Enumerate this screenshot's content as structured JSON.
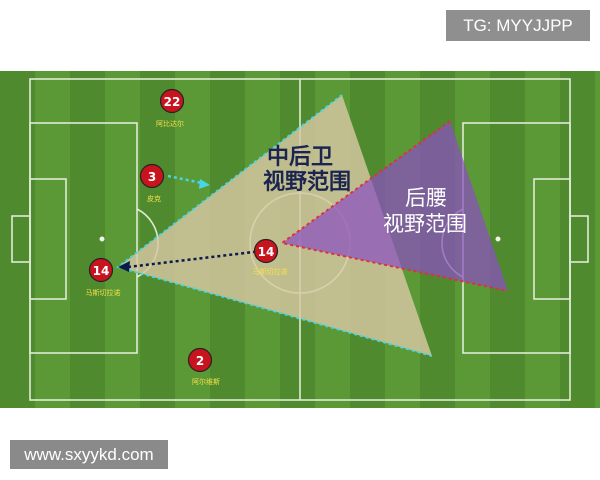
{
  "badge": {
    "text": "TG: MYYJJPP"
  },
  "watermark": {
    "text": "www.sxyykd.com"
  },
  "zones": {
    "center_back_line1": "中后卫",
    "center_back_line2": "视野范围",
    "defensive_mid_line1": "后腰",
    "defensive_mid_line2": "视野范围"
  },
  "players": [
    {
      "number": "22",
      "name": "阿比达尔"
    },
    {
      "number": "3",
      "name": "皮克"
    },
    {
      "number": "14",
      "name": "马斯切拉诺"
    },
    {
      "number": "14",
      "name": "马斯切拉诺"
    },
    {
      "number": "2",
      "name": "阿尔维斯"
    }
  ],
  "colors": {
    "pitch": "#4f8a2f",
    "pitch_stripe": "#5b9836",
    "center_back_zone": "#d8c8a4",
    "defensive_mid_zone": "#8a4fc0",
    "player_marker": "#c8141e",
    "cyan_line": "#47d6e6",
    "red_line": "#e0303a",
    "label_dark": "#1b2550"
  }
}
